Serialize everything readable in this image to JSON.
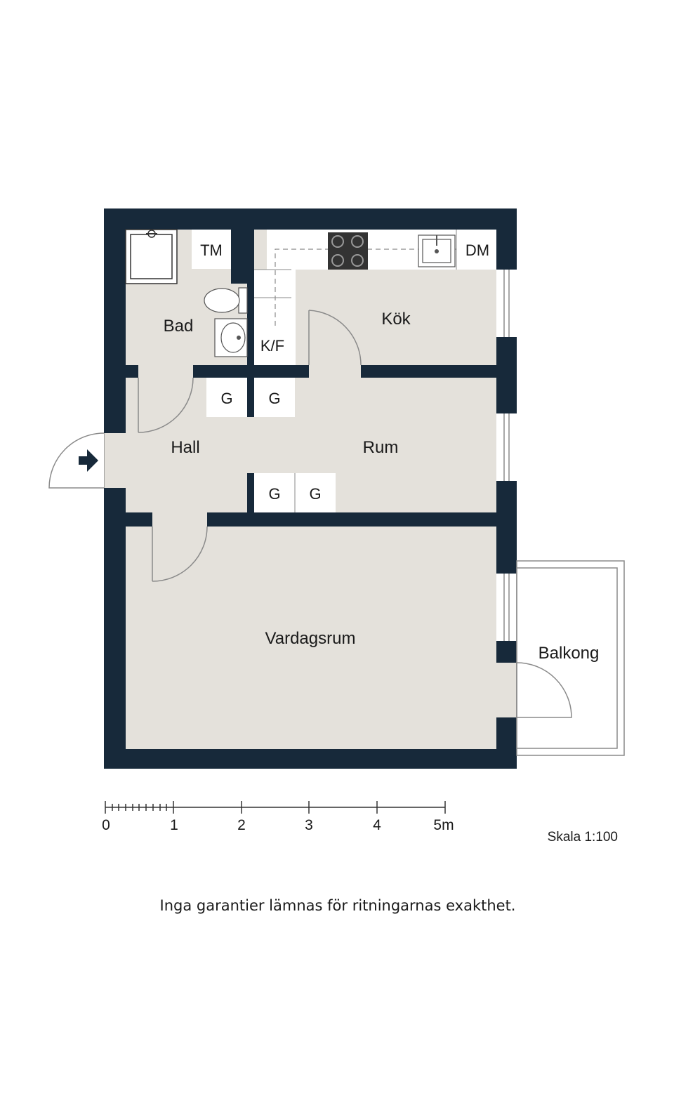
{
  "colors": {
    "wall": "#17293a",
    "floor": "#e4e1db",
    "fixture": "#ffffff",
    "line": "#8a8a8a",
    "hob": "#333333"
  },
  "rooms": {
    "bad": "Bad",
    "kok": "Kök",
    "hall": "Hall",
    "rum": "Rum",
    "vardagsrum": "Vardagsrum",
    "balkong": "Balkong"
  },
  "fixtures": {
    "tm": "TM",
    "dm": "DM",
    "kf": "K/F",
    "wardrobe": "G"
  },
  "icons": {
    "entrance": "entrance-arrow-icon",
    "shower": "shower-icon",
    "toilet": "toilet-icon",
    "washbasin": "washbasin-icon",
    "hob": "hob-icon",
    "sink": "sink-icon"
  },
  "scale_bar": {
    "labels": [
      "0",
      "1",
      "2",
      "3",
      "4",
      "5m"
    ],
    "note": "Skala 1:100"
  },
  "disclaimer": "Inga garantier lämnas för ritningarnas exakthet."
}
